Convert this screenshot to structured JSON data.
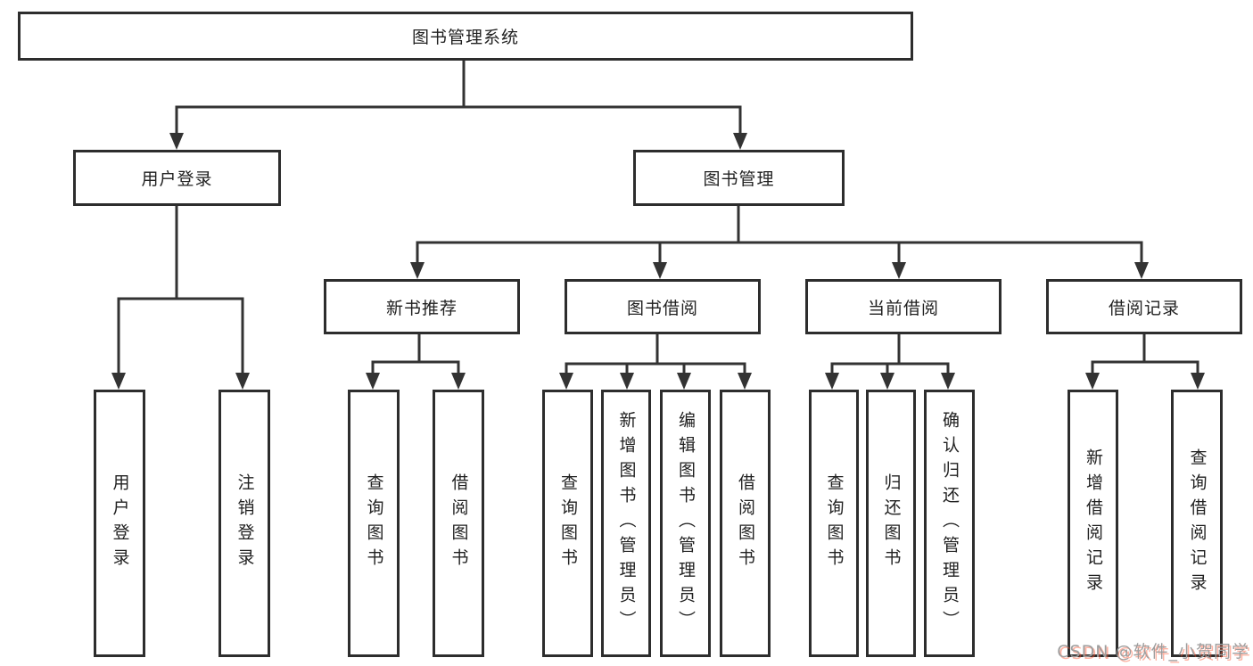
{
  "diagram": {
    "root": "图书管理系统",
    "level2": [
      "用户登录",
      "图书管理"
    ],
    "level3": [
      "新书推荐",
      "图书借阅",
      "当前借阅",
      "借阅记录"
    ],
    "leaves": {
      "user_login": [
        "用户登录",
        "注销登录"
      ],
      "new_book_recommend": [
        "查询图书",
        "借阅图书"
      ],
      "book_borrow": [
        "查询图书",
        "新增图书（管理员）",
        "编辑图书（管理员）",
        "借阅图书"
      ],
      "current_borrow": [
        "查询图书",
        "归还图书",
        "确认归还（管理员）"
      ],
      "borrow_records": [
        "新增借阅记录",
        "查询借阅记录"
      ]
    },
    "colors": {
      "line": "#333333",
      "box_border": "#2d2d2d",
      "text": "#212121",
      "background": "#ffffff",
      "watermark_text": "#9e9e9e",
      "watermark_shadow": "#fc5531"
    },
    "watermark": "CSDN @软件_小贺同学"
  }
}
